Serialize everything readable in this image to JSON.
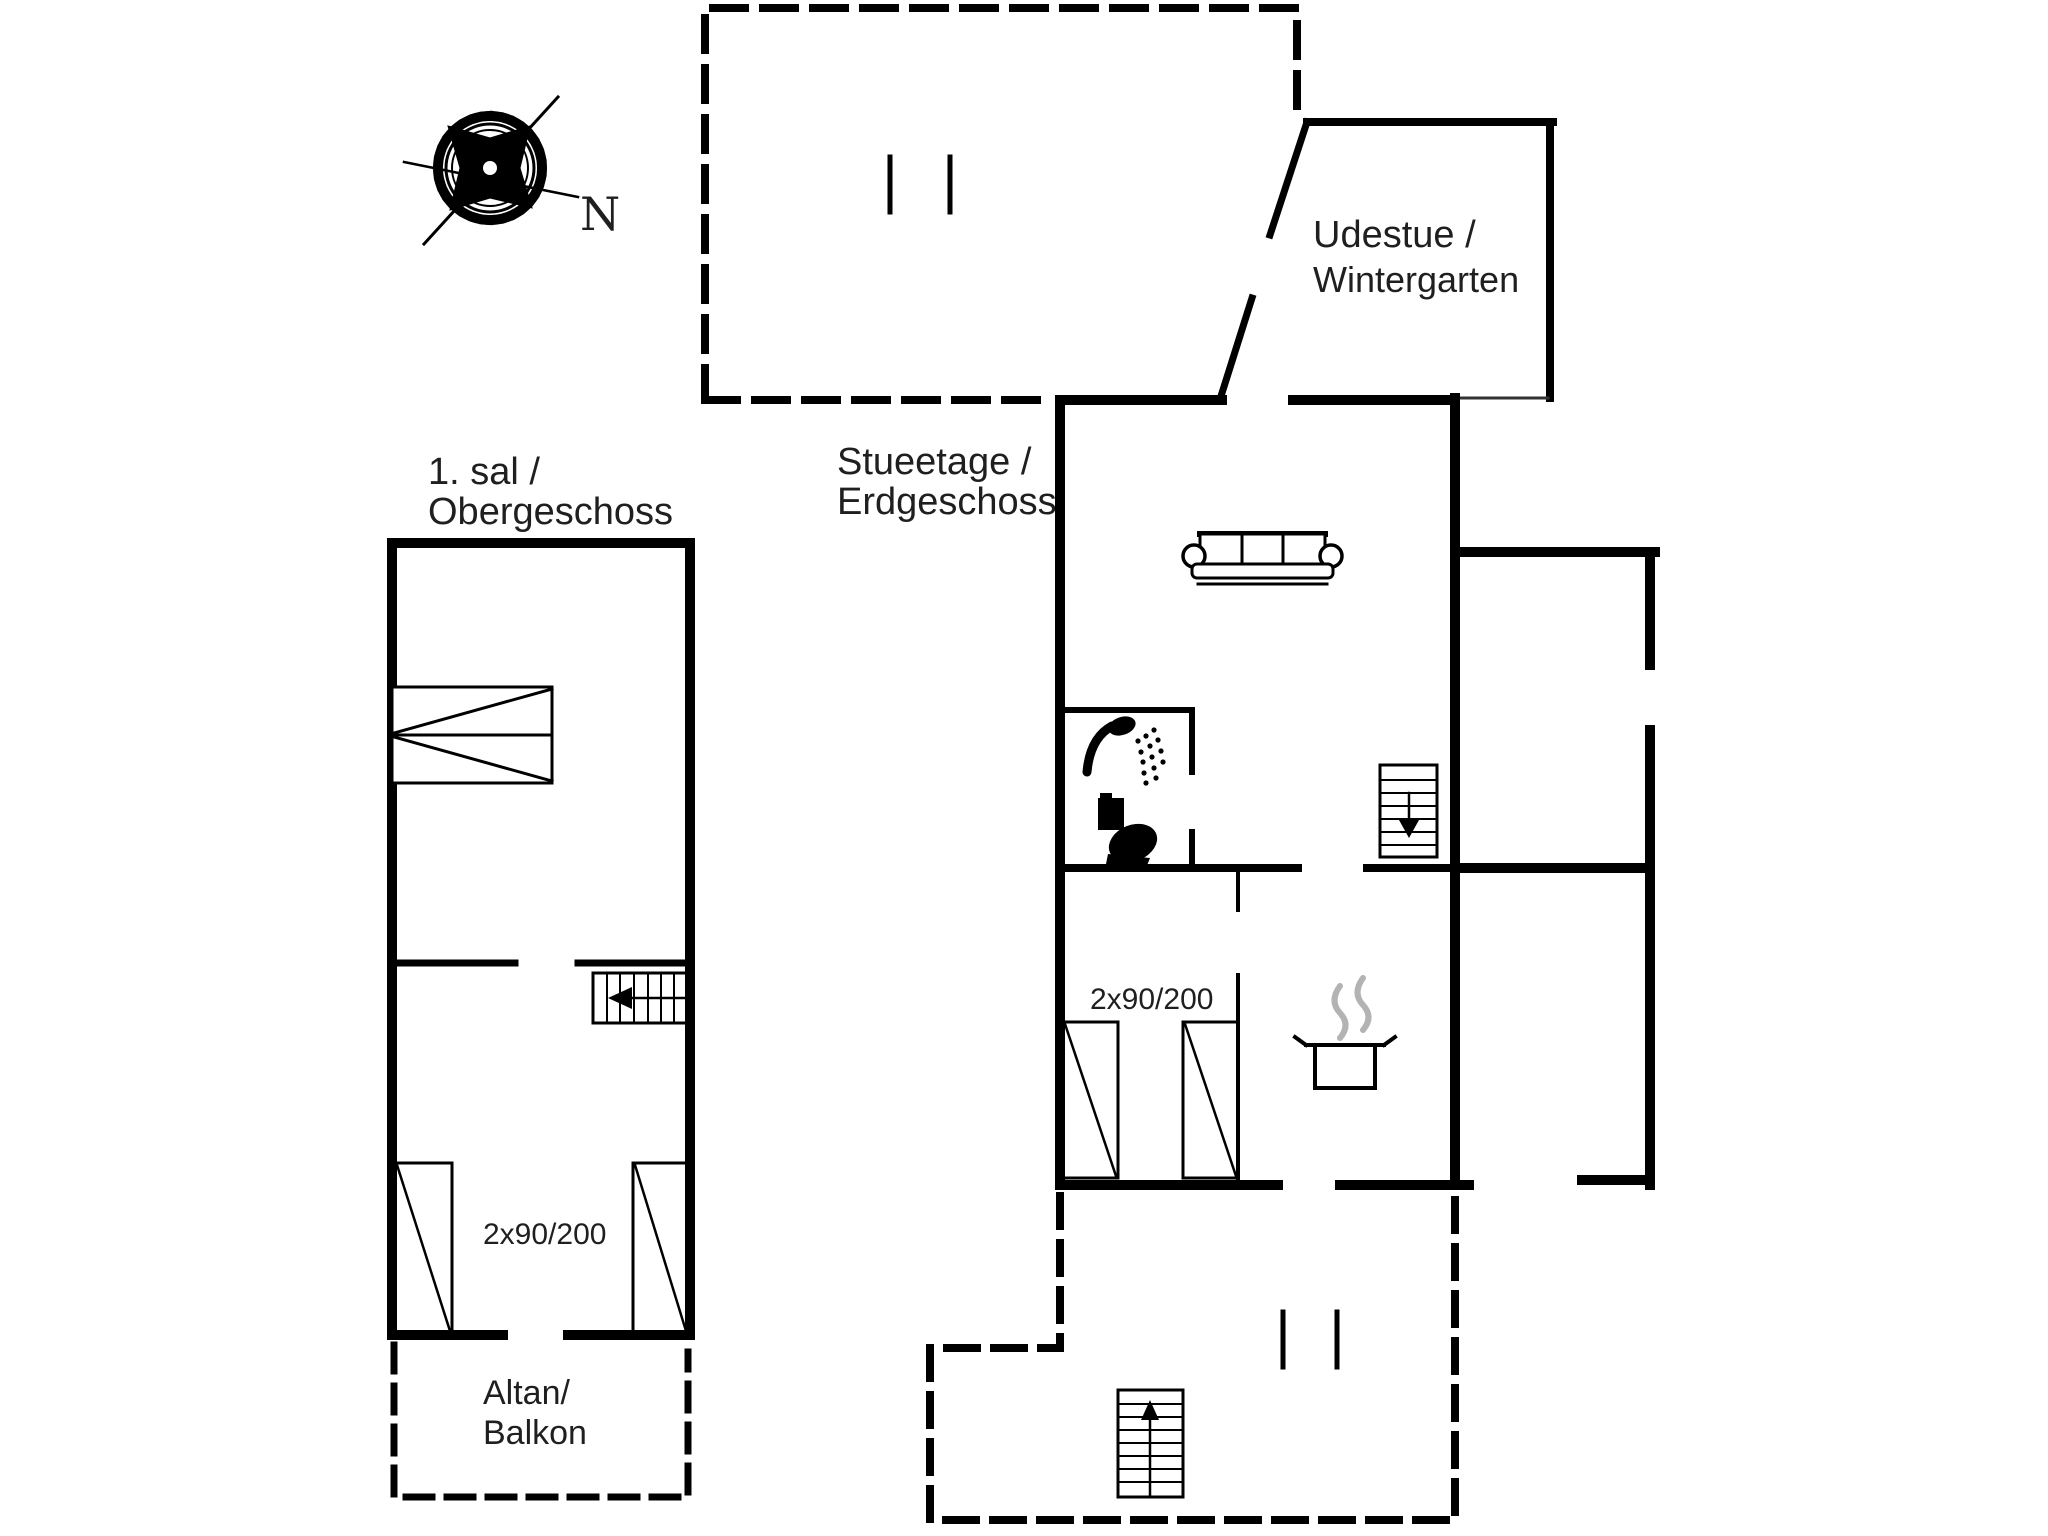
{
  "page": {
    "background": "#ffffff",
    "ink": "#000000",
    "text_color": "#1f1f1f",
    "steam_color": "#b3b3b3"
  },
  "compass": {
    "north_label": "N"
  },
  "upper_floor": {
    "title_line1": "1. sal /",
    "title_line2": "Obergeschoss",
    "bed_size_label": "2x90/200",
    "balcony_line1": "Altan/",
    "balcony_line2": "Balkon"
  },
  "ground_floor": {
    "title_line1": "Stueetage /",
    "title_line2": "Erdgeschoss",
    "sunroom_line1": "Udestue /",
    "sunroom_line2": "Wintergarten",
    "bed_size_label": "2x90/200"
  },
  "icons": {
    "compass": "compass-rose",
    "sofa": "sofa-top-view",
    "shower": "shower-head-with-spray",
    "toilet": "toilet-side-silhouette",
    "stairs_upper": "stairs-arrow-left",
    "stairs_ground": "stairs-arrow-down",
    "stairs_terrace": "stairs-arrow-up",
    "double_bed": "double-bed-top-view",
    "single_bed": "single-bed-top-view",
    "pot": "cooking-pot-with-steam"
  }
}
